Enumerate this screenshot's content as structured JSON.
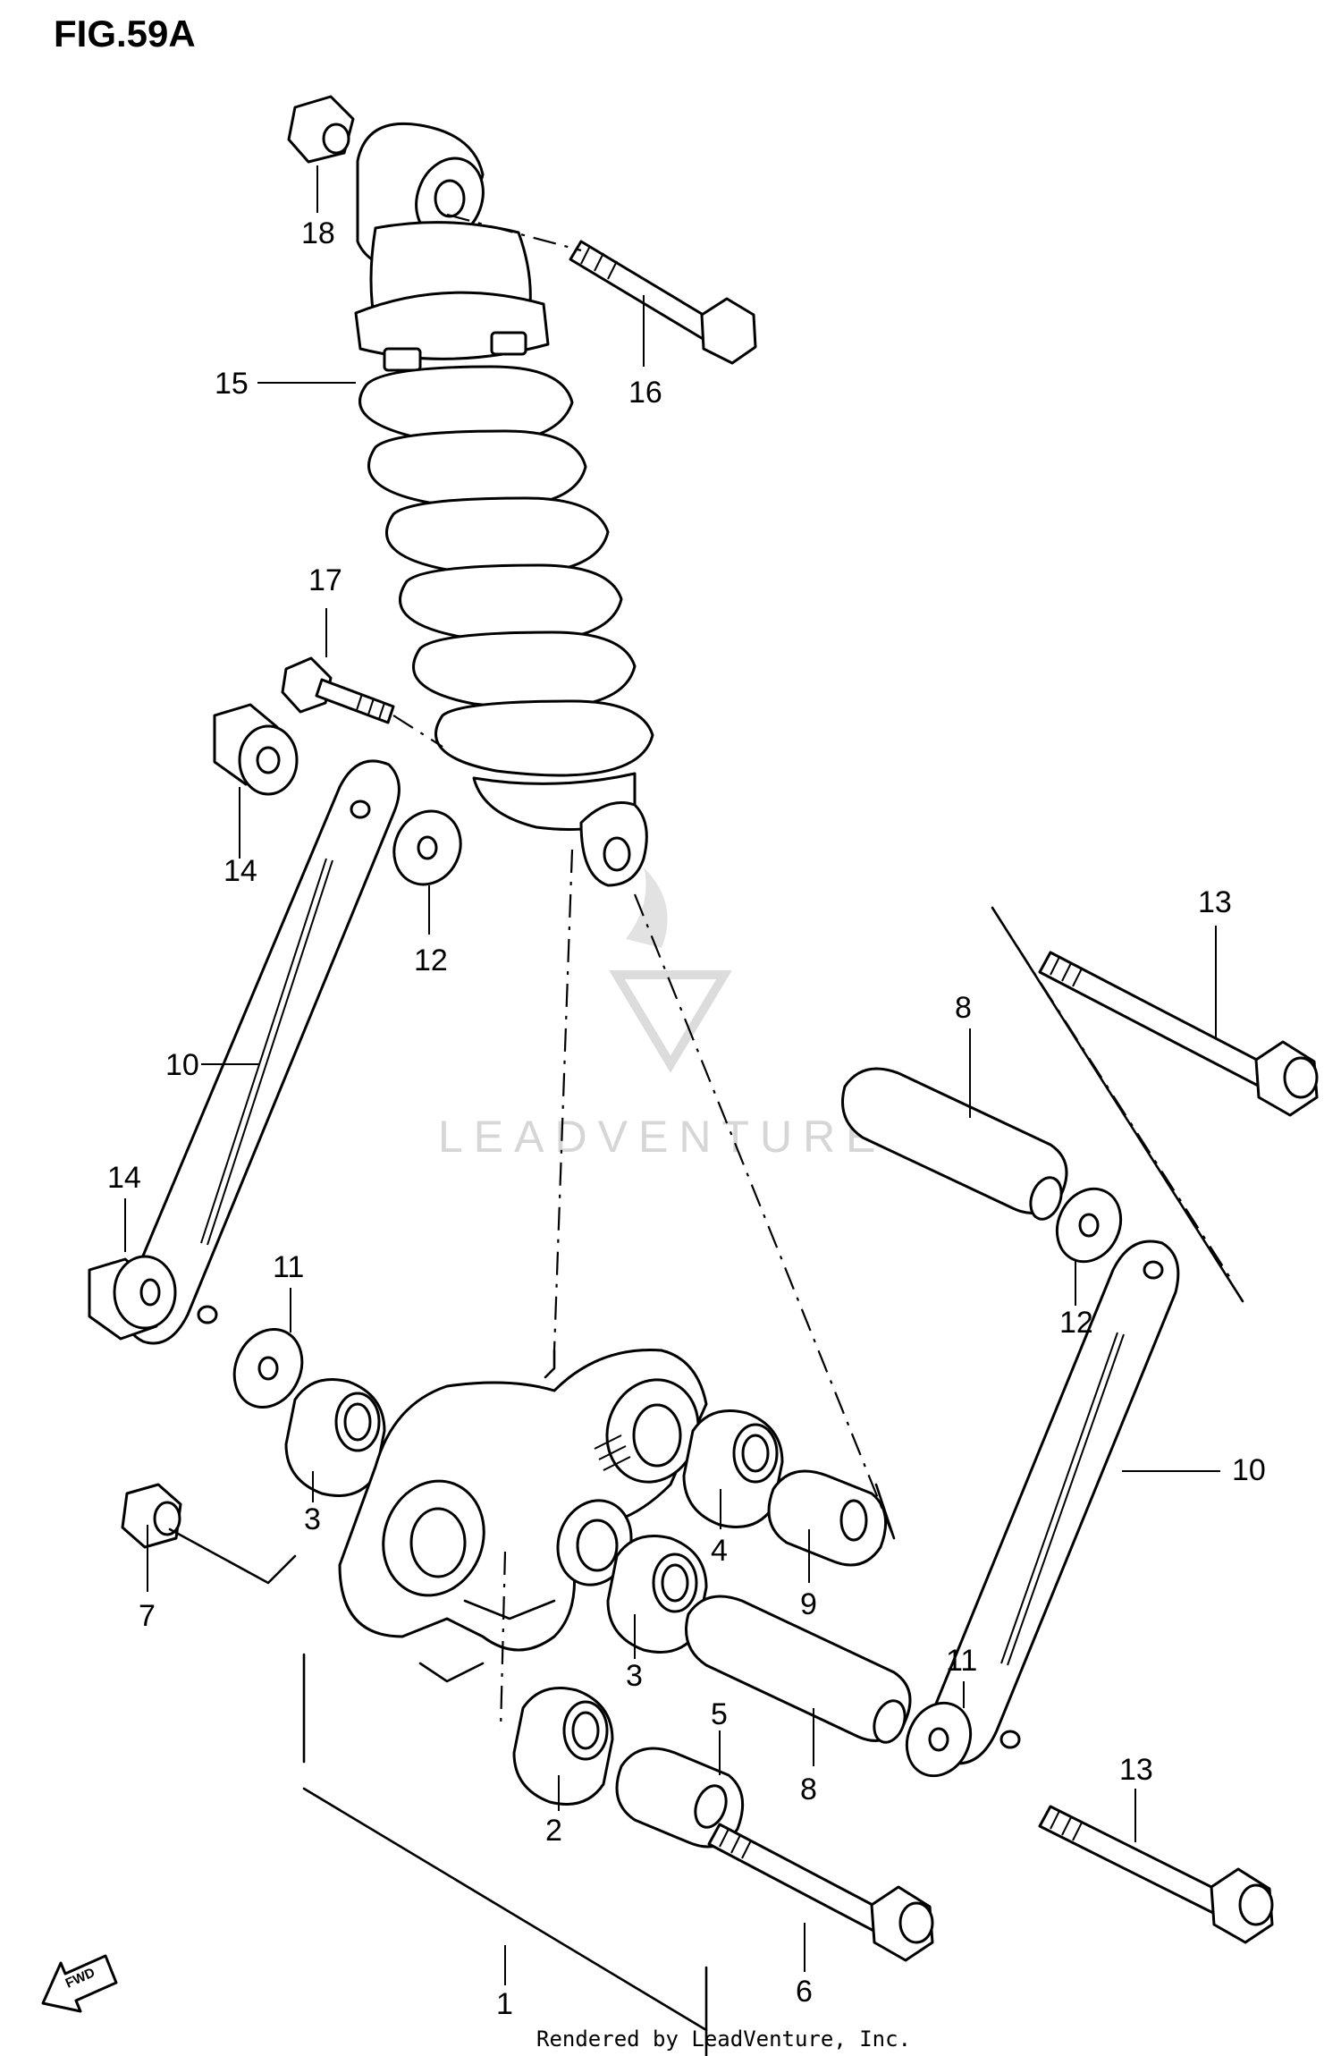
{
  "figure": {
    "title": "FIG.59A",
    "credit": "Rendered by LeadVenture, Inc.",
    "watermark": "LEADVENTURE",
    "fwd_label": "FWD"
  },
  "callouts": [
    "18",
    "16",
    "15",
    "17",
    "14",
    "12",
    "13",
    "10",
    "8",
    "14",
    "11",
    "12",
    "3",
    "7",
    "4",
    "9",
    "10",
    "3",
    "11",
    "5",
    "8",
    "2",
    "13",
    "1",
    "6"
  ]
}
